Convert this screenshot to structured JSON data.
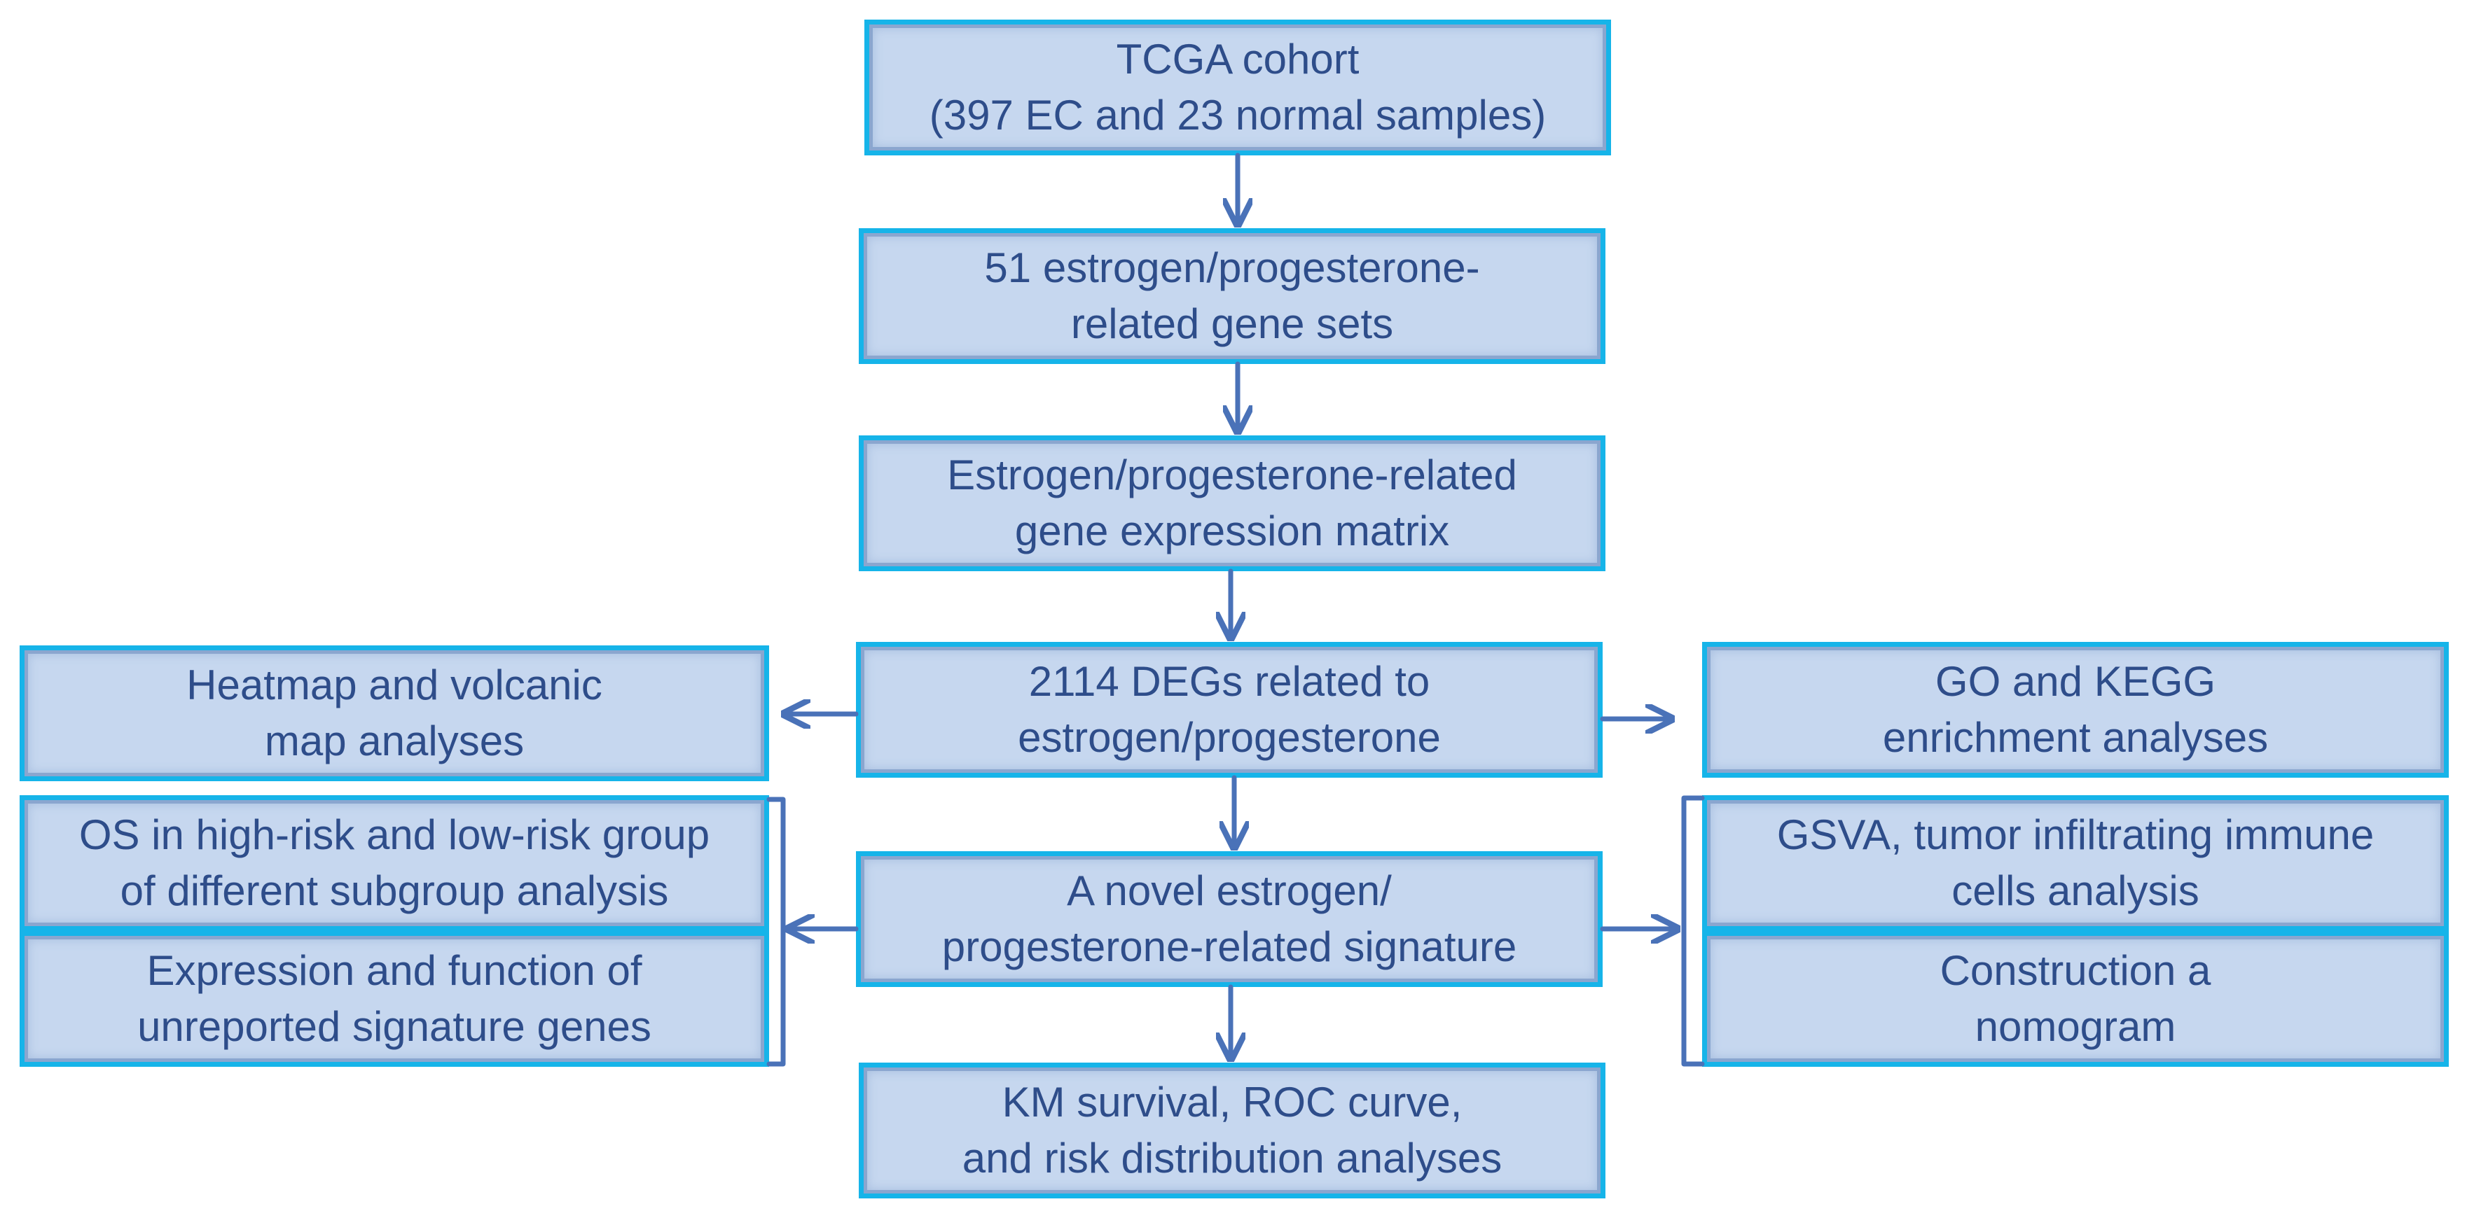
{
  "diagram": {
    "colors": {
      "box_fill": "#c6d7ef",
      "box_border": "#16b4e9",
      "text": "#2e4d8a",
      "arrow": "#4a72b8"
    },
    "nodes": {
      "tcga_cohort": {
        "line1": "TCGA cohort",
        "line2": "(397 EC and 23 normal samples)"
      },
      "gene_sets": {
        "line1": "51 estrogen/progesterone-",
        "line2": "related gene sets"
      },
      "expression_matrix": {
        "line1": "Estrogen/progesterone-related",
        "line2": "gene expression matrix"
      },
      "degs": {
        "line1": "2114 DEGs related to",
        "line2": "estrogen/progesterone"
      },
      "heatmap_volcanic": {
        "line1": "Heatmap and volcanic",
        "line2": "map analyses"
      },
      "go_kegg": {
        "line1": "GO and KEGG",
        "line2": "enrichment analyses"
      },
      "signature": {
        "line1": "A novel estrogen/",
        "line2": "progesterone-related signature"
      },
      "os_subgroup": {
        "line1": "OS in high-risk and low-risk group",
        "line2": "of different subgroup analysis"
      },
      "expression_function": {
        "line1": "Expression and function of",
        "line2": "unreported signature genes"
      },
      "gsva_immune": {
        "line1": "GSVA, tumor infiltrating immune",
        "line2": "cells analysis"
      },
      "nomogram": {
        "line1": "Construction a",
        "line2": "nomogram"
      },
      "km_roc": {
        "line1": "KM survival, ROC curve,",
        "line2": "and risk distribution analyses"
      }
    }
  }
}
